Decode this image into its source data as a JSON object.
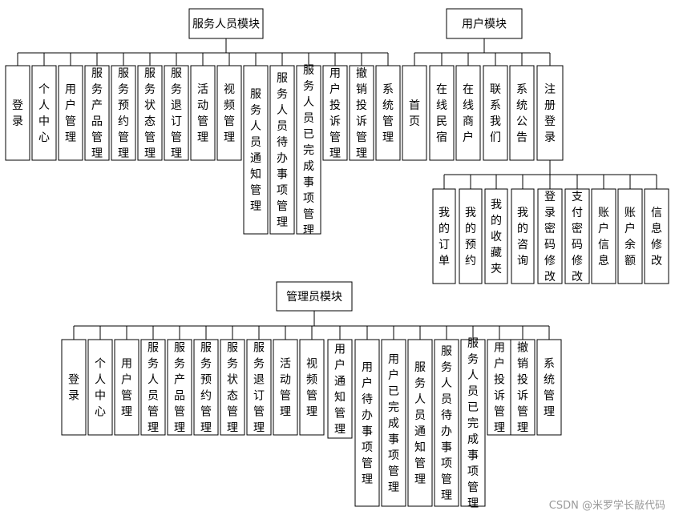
{
  "service_module": {
    "title": "服务人员模块",
    "items": [
      "登录",
      "个人中心",
      "用户管理",
      "服务产品管理",
      "服务预约管理",
      "服务状态管理",
      "服务退订管理",
      "活动管理",
      "视频管理",
      "服务人员通知管理",
      "服务人员待办事项管理",
      "服务人员已完成事项管理",
      "用户投诉管理",
      "撤销投诉管理",
      "系统管理"
    ]
  },
  "user_module": {
    "title": "用户模块",
    "items": [
      "首页",
      "在线民宿",
      "在线商户",
      "联系我们",
      "系统公告",
      "注册登录"
    ],
    "sub_items": [
      "我的订单",
      "我的预约",
      "我的收藏夹",
      "我的咨询",
      "登录密码修改",
      "支付密码修改",
      "账户信息",
      "账户余额",
      "信息修改"
    ]
  },
  "admin_module": {
    "title": "管理员模块",
    "items": [
      "登录",
      "个人中心",
      "用户管理",
      "服务人员管理",
      "服务产品管理",
      "服务预约管理",
      "服务状态管理",
      "服务退订管理",
      "活动管理",
      "视频管理",
      "用户通知管理",
      "用户待办事项管理",
      "用户已完成事项管理",
      "服务人员通知管理",
      "服务人员待办事项管理",
      "服务人员已完成事项管理",
      "用户投诉管理",
      "撤销投诉管理",
      "系统管理"
    ]
  },
  "watermark": "CSDN @米罗学长敲代码"
}
